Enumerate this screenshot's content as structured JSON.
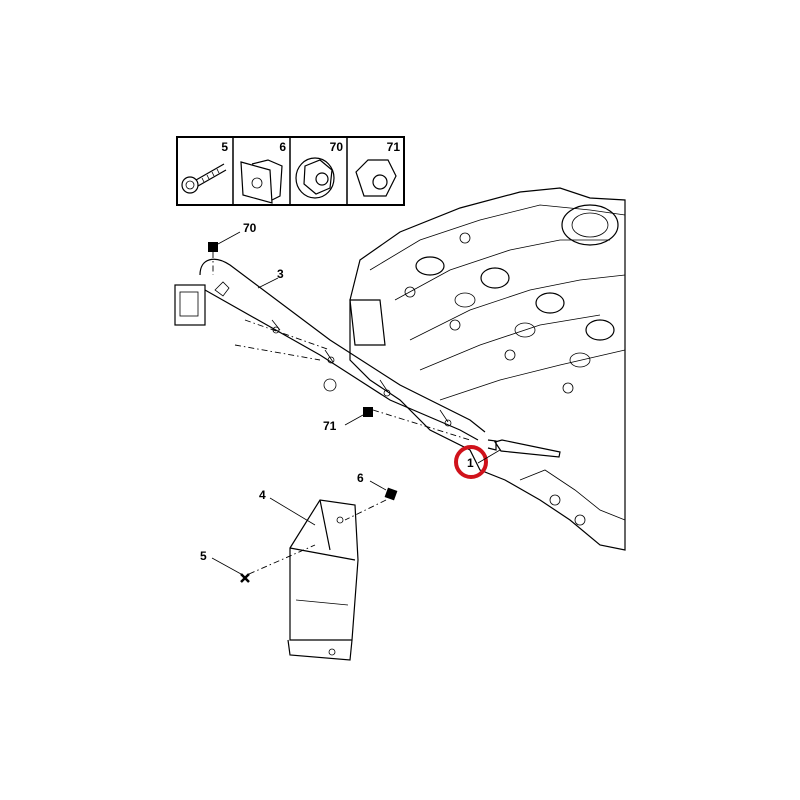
{
  "legend": {
    "cells": [
      {
        "ref": "5",
        "icon": "screw-icon"
      },
      {
        "ref": "6",
        "icon": "clip-nut-icon"
      },
      {
        "ref": "70",
        "icon": "flange-nut-icon"
      },
      {
        "ref": "71",
        "icon": "hex-nut-icon"
      }
    ]
  },
  "callouts": {
    "harness_nut": "70",
    "harness": "3",
    "bracket_nut": "71",
    "glow_plug": "1",
    "clip_nut": "6",
    "bracket": "4",
    "screw": "5"
  },
  "colors": {
    "highlight": "#d0121b",
    "line": "#000000"
  }
}
